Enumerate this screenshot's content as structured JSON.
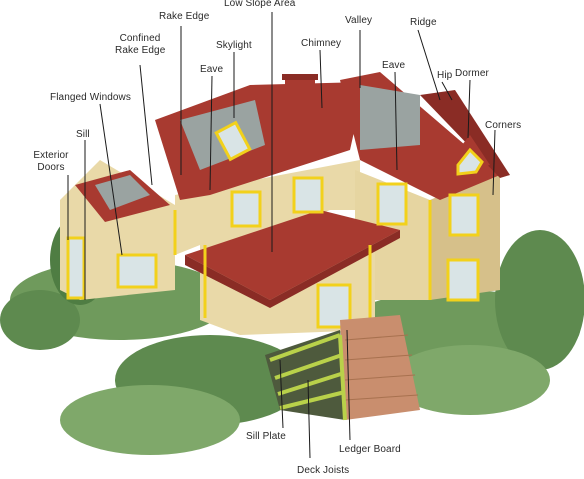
{
  "labels": {
    "low_slope_area": "Low Slope Area",
    "rake_edge": "Rake Edge",
    "valley": "Valley",
    "ridge": "Ridge",
    "confined_rake_edge_line1": "Confined",
    "confined_rake_edge_line2": "Rake Edge",
    "skylight": "Skylight",
    "chimney": "Chimney",
    "eave_left": "Eave",
    "eave_right": "Eave",
    "hip": "Hip",
    "dormer": "Dormer",
    "flanged_windows": "Flanged Windows",
    "corners": "Corners",
    "sill": "Sill",
    "exterior_doors_line1": "Exterior",
    "exterior_doors_line2": "Doors",
    "sill_plate": "Sill Plate",
    "ledger_board": "Ledger Board",
    "deck_joists": "Deck Joists"
  },
  "colors": {
    "roof": "#a83a30",
    "roof_dark": "#8a2c25",
    "siding": "#e9d9a8",
    "siding_shadow": "#d6c08a",
    "trim_highlight": "#f2d11b",
    "glass": "#d9e4e6",
    "skylight_slate": "#9aa3a1",
    "deck": "#c98e6e",
    "foliage": "#5e8a4f",
    "deck_joist_highlight": "#b9d14a"
  },
  "icons": {
    "house_illustration": "house-illustration"
  }
}
